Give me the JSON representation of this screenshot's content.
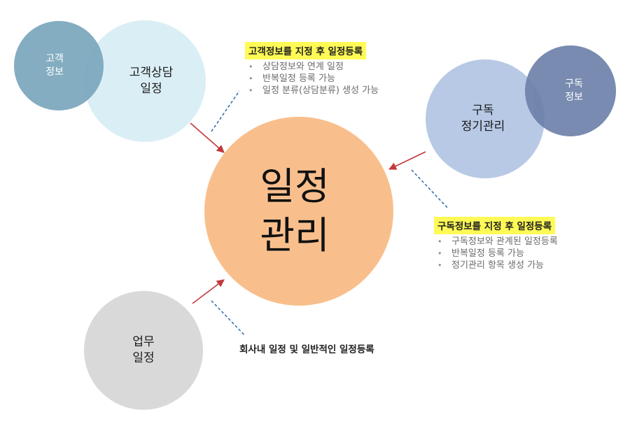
{
  "colors": {
    "center": "#f8bf8d",
    "customer_info": "#7ba7bd",
    "customer_consult": "#daeef5",
    "subscription": "#b7c9e5",
    "subscription_info": "#6b7fa8",
    "work": "#d9d9d9",
    "highlight": "#fffa55",
    "arrow": "#c0393b",
    "dashed": "#2e6aa8"
  },
  "center": {
    "label": "일정\n관리"
  },
  "customer": {
    "info_label": "고객\n정보",
    "consult_label": "고객상담\n일정"
  },
  "subscription": {
    "manage_label": "구독\n정기관리",
    "info_label": "구독\n정보"
  },
  "work": {
    "label": "업무\n일정"
  },
  "notes": {
    "customer": {
      "heading": "고객정보를 지정 후 일정등록",
      "items": [
        "상담정보와 연계 일정",
        "반복일정 등록 가능",
        "일정 분류(상담분류) 생성 가능"
      ]
    },
    "subscription": {
      "heading": "구독정보를 지정 후 일정등록",
      "items": [
        "구독정보와 관계된 일정등록",
        "반복일정 등록 가능",
        "정기관리 항목 생성 가능"
      ]
    },
    "work": {
      "text": "회사내 일정 및 일반적인 일정등록"
    }
  }
}
